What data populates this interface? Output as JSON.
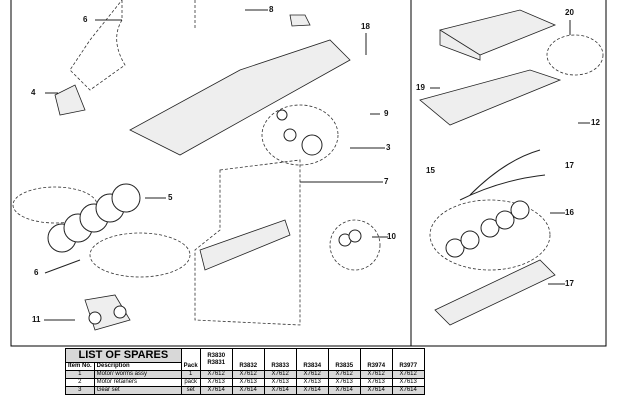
{
  "callouts": [
    "6",
    "8",
    "18",
    "20",
    "4",
    "19",
    "9",
    "12",
    "3",
    "15",
    "17",
    "7",
    "5",
    "16",
    "10",
    "6",
    "17",
    "11"
  ],
  "spares": {
    "title": "LIST OF SPARES",
    "headers": {
      "item": "Item No.",
      "description": "Description",
      "pack": "Pack"
    },
    "model_top": "R3830",
    "models": [
      "R3831",
      "R3832",
      "R3833",
      "R3834",
      "R3835",
      "R3974",
      "R3977"
    ],
    "rows": [
      {
        "item": "1",
        "description": "Motor/ worms assy",
        "pack": "1",
        "codes": [
          "X7612",
          "X7612",
          "X7612",
          "X7612",
          "X7612",
          "X7612",
          "X7612"
        ]
      },
      {
        "item": "2",
        "description": "Motor retainers",
        "pack": "pack",
        "codes": [
          "X7613",
          "X7613",
          "X7613",
          "X7613",
          "X7613",
          "X7613",
          "X7613"
        ]
      },
      {
        "item": "3",
        "description": "Gear set",
        "pack": "set",
        "codes": [
          "X7614",
          "X7614",
          "X7614",
          "X7614",
          "X7614",
          "X7614",
          "X7614"
        ]
      }
    ]
  }
}
